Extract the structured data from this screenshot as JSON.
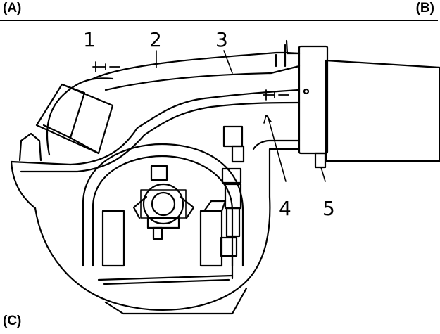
{
  "corner_labels": {
    "a": "(A)",
    "b": "(B)",
    "c": "(C)"
  },
  "callouts": [
    "1",
    "2",
    "3",
    "4",
    "5"
  ],
  "colors": {
    "ink": "#000000",
    "paper": "#ffffff"
  }
}
